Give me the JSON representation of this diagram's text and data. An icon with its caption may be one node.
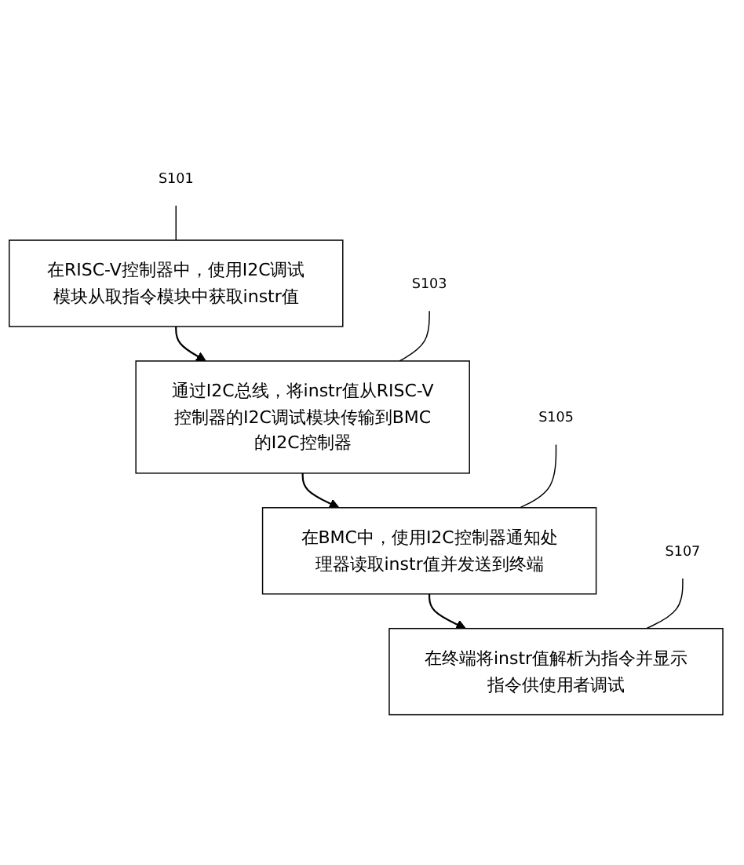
{
  "diagram": {
    "nodes": [
      {
        "text": [
          "S101"
        ]
      },
      {
        "text": [
          "在RISC-V控制器中，使用I2C调试模块从取指令模块中获取instr值"
        ]
      },
      {
        "text": [
          "S103"
        ]
      },
      {
        "text": [
          "通过I2C总线，将instr值从RISC-V控制器的I2C调试模块传输到BMC的I2C控制器"
        ]
      },
      {
        "text": [
          "S105"
        ]
      },
      {
        "text": [
          "在BMC中，使用I2C控制器通知处理器读取instr值并发送到终端"
        ]
      },
      {
        "text": [
          "S107"
        ]
      },
      {
        "text": [
          "在终端将instr值解析为指令并显示指令供使用者调试"
        ]
      }
    ],
    "edges": [
      {
        "from": 1,
        "to": 3,
        "arrow": "to"
      },
      {
        "from": 3,
        "to": 5,
        "arrow": "to"
      },
      {
        "from": 5,
        "to": 7,
        "arrow": "to"
      },
      {
        "from": 0,
        "to": 1,
        "arrow": "none"
      },
      {
        "from": 2,
        "to": 3,
        "arrow": "none"
      },
      {
        "from": 4,
        "to": 5,
        "arrow": "none"
      },
      {
        "from": 6,
        "to": 7,
        "arrow": "none"
      }
    ]
  }
}
